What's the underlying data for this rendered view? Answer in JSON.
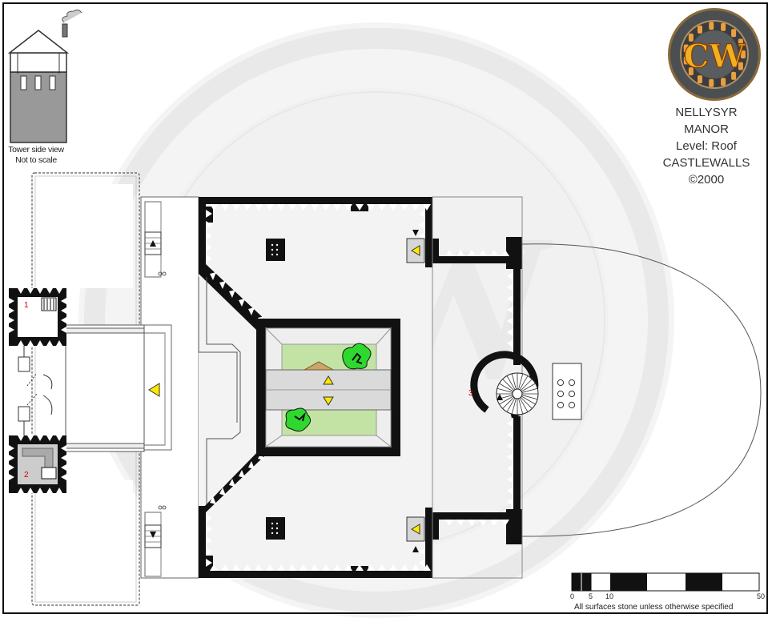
{
  "map": {
    "title_lines": [
      "NELLYSYR",
      "MANOR",
      "Level: Roof",
      "CASTLEWALLS",
      "©2000"
    ],
    "logo_text": "CW",
    "tower_caption": [
      "Tower side view",
      "Not to scale"
    ],
    "room_labels": {
      "r1": "1",
      "r2": "2",
      "r3": "3"
    },
    "scale": {
      "ticks": [
        "0",
        "5",
        "10",
        "50"
      ]
    },
    "footnote": "All surfaces stone unless otherwise specified"
  },
  "colors": {
    "wall": "#111111",
    "floor": "#efefef",
    "roof_light": "#e2e2e2",
    "garden": "#c3e3a5",
    "tree": "#2fd82f",
    "arrow": "#ffe800",
    "room_label": "#cc0000"
  }
}
